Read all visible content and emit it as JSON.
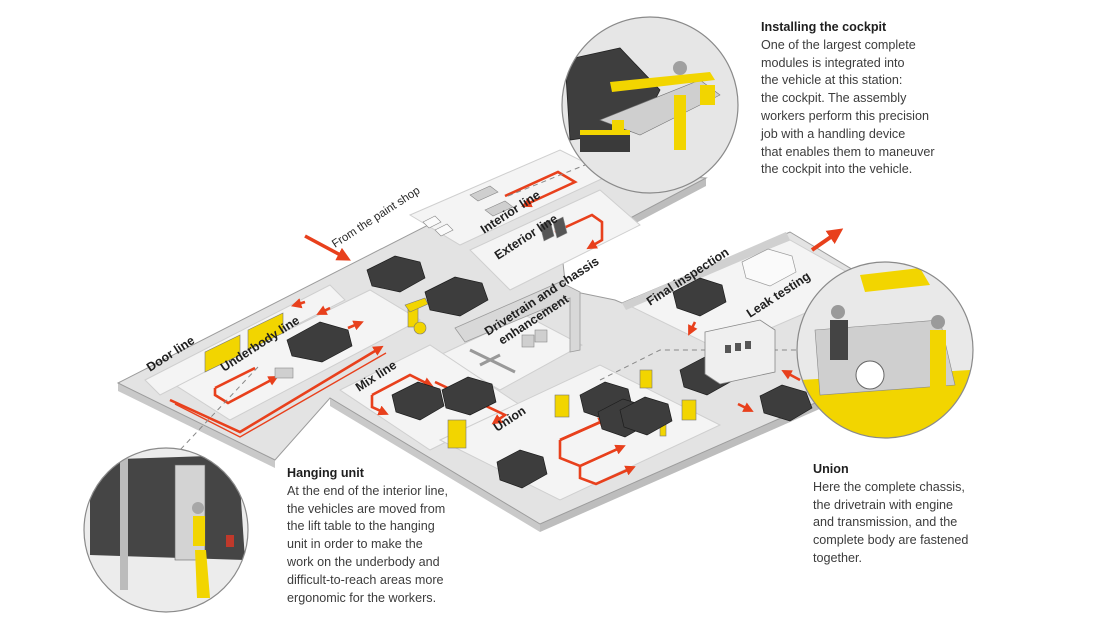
{
  "diagram": {
    "type": "isometric assembly-line infographic",
    "colors": {
      "floor": "#e3e3e3",
      "floor_edge": "#b9b9b9",
      "zone": "#f3f3f3",
      "flow_arrow": "#e8401c",
      "equipment": "#f2d500",
      "car": "#3d3d3d",
      "text": "#3c3c3c"
    },
    "floor_labels": {
      "from_paint_shop": "From the paint shop",
      "interior_line": "Interior line",
      "exterior_line": "Exterior line",
      "door_line": "Door line",
      "underbody_line": "Underbody line",
      "drivetrain_line1": "Drivetrain and chassis",
      "drivetrain_line2": "enhancement",
      "mix_line": "Mix line",
      "union": "Union",
      "final_inspection": "Final inspection",
      "leak_testing": "Leak testing"
    },
    "insets": [
      {
        "name": "cockpit-installation",
        "depicts": "worker installing cockpit module with handling device"
      },
      {
        "name": "hanging-unit",
        "depicts": "worker under vehicle on hanging unit"
      },
      {
        "name": "union-station",
        "depicts": "two workers joining chassis, drivetrain and body"
      }
    ]
  },
  "captions": {
    "cockpit": {
      "title": "Installing the cockpit",
      "lines": [
        "One of the largest complete",
        "modules is integrated into",
        "the vehicle at this station:",
        "the cockpit. The assembly",
        "workers perform this precision",
        "job with a handling device",
        "that enables them to maneuver",
        "the cockpit into the vehicle."
      ]
    },
    "hanging": {
      "title": "Hanging unit",
      "lines": [
        "At the end of the interior line,",
        "the vehicles are moved from",
        "the lift table to the hanging",
        "unit in order to make the",
        "work on the underbody and",
        "difficult-to-reach areas more",
        "ergonomic for the workers."
      ]
    },
    "union": {
      "title": "Union",
      "lines": [
        "Here the complete chassis,",
        "the drivetrain with engine",
        "and transmission, and the",
        "complete body are fastened",
        "together."
      ]
    }
  }
}
